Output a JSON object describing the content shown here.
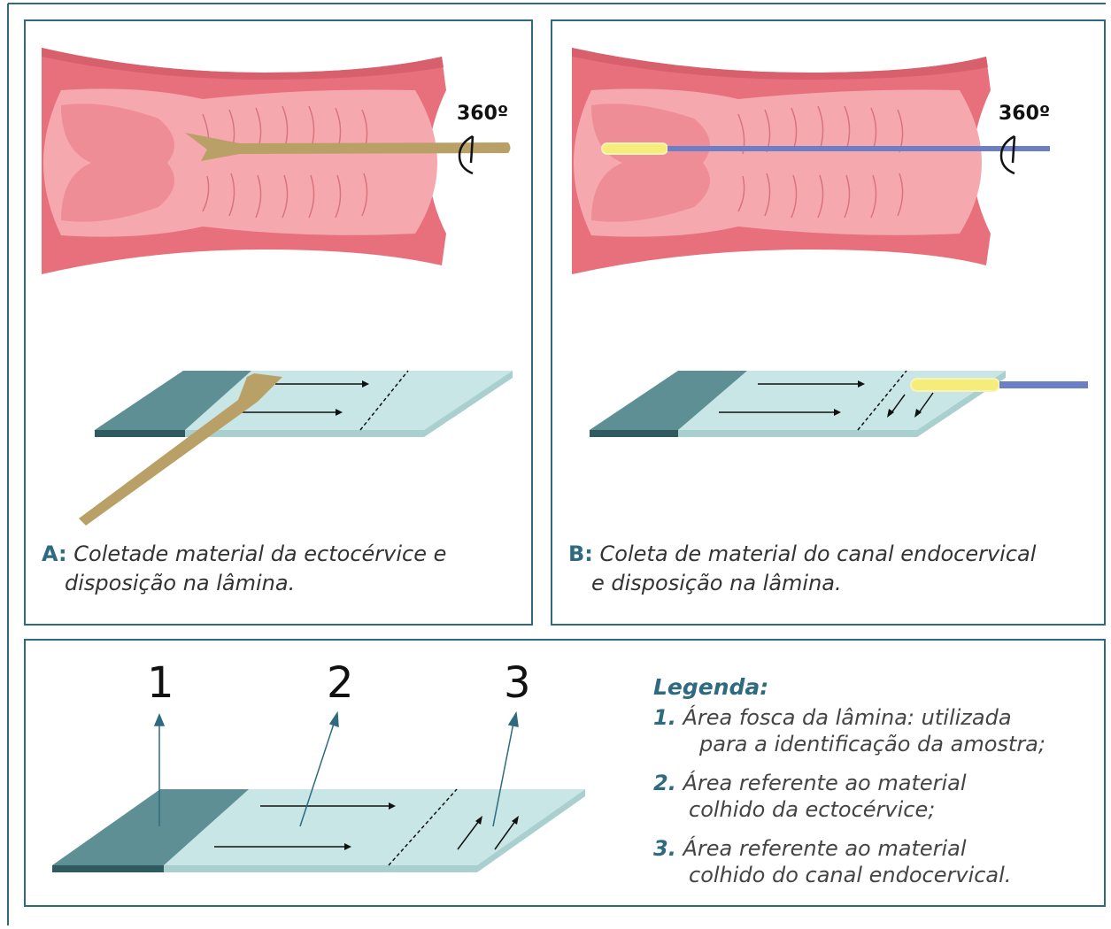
{
  "panel_a": {
    "rotation_label": "360º",
    "caption_tag": "A:",
    "caption_line1": "Coletade material da ectocérvice e",
    "caption_line2": "disposição na lâmina."
  },
  "panel_b": {
    "rotation_label": "360º",
    "caption_tag": "B:",
    "caption_line1": "Coleta de material do canal endocervical",
    "caption_line2": "e disposição na lâmina."
  },
  "slide_diagram": {
    "label_1": "1",
    "label_2": "2",
    "label_3": "3"
  },
  "legend": {
    "title": "Legenda:",
    "items": [
      {
        "num": "1.",
        "line1": "Área fosca da lâmina: utilizada",
        "line2": "para a identificação da amostra;"
      },
      {
        "num": "2.",
        "line1": "Área referente ao material",
        "line2": "colhido da ectocérvice;"
      },
      {
        "num": "3.",
        "line1": "Área referente ao material",
        "line2": "colhido do canal endocervical."
      }
    ]
  },
  "colors": {
    "border": "#2e6a80",
    "tissue_outer": "#e8707c",
    "tissue_inner": "#f5a9ae",
    "spatula": "#b9a066",
    "brush": "#f5ec7a",
    "brush_handle": "#6b7ec6",
    "slide_glass": "#bfe3e3",
    "slide_frosted": "#5e8f95"
  }
}
